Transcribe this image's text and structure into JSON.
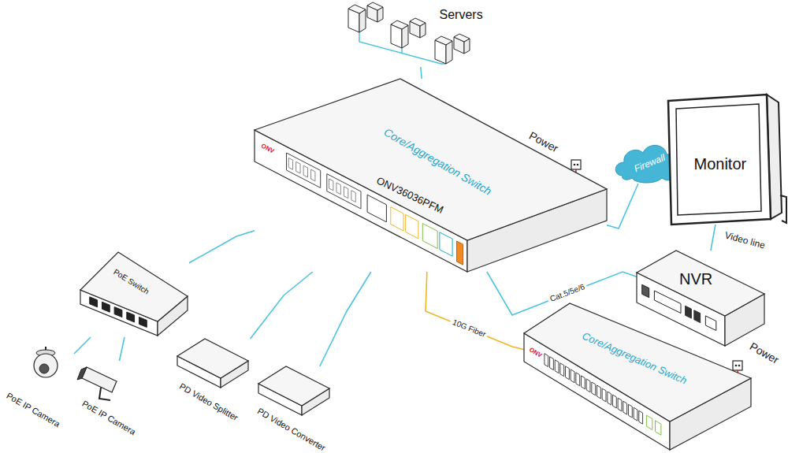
{
  "diagram": {
    "nodes": [
      {
        "text": [
          "Servers"
        ]
      },
      {
        "text": [
          "Core/Aggregation Switch",
          "ONV36036PFM",
          "ONV"
        ]
      },
      {
        "text": [
          "Firewall"
        ]
      },
      {
        "text": [
          "Monitor"
        ]
      },
      {
        "text": [
          "NVR"
        ]
      },
      {
        "text": [
          "Core/Aggregation Switch",
          "ONV"
        ]
      },
      {
        "text": [
          "PoE Switch"
        ]
      },
      {
        "text": [
          "PoE IP Camera"
        ]
      },
      {
        "text": [
          "PoE IP Camera"
        ]
      },
      {
        "text": [
          "PD Video Splitter"
        ]
      },
      {
        "text": [
          "PD Video Converter"
        ]
      }
    ],
    "edges": [
      {
        "from": 0,
        "to": 1,
        "arrow": "none"
      },
      {
        "from": 1,
        "to": 2,
        "arrow": "none"
      },
      {
        "from": 1,
        "to": 4,
        "label": "Cat.5/5e/6",
        "arrow": "none"
      },
      {
        "from": 4,
        "to": 3,
        "label": "Video line",
        "arrow": "none"
      },
      {
        "from": 1,
        "to": 5,
        "label": "10G Fiber",
        "arrow": "none"
      },
      {
        "from": 1,
        "to": 6,
        "arrow": "none"
      },
      {
        "from": 1,
        "to": 9,
        "arrow": "none"
      },
      {
        "from": 1,
        "to": 10,
        "arrow": "none"
      },
      {
        "from": 6,
        "to": 7,
        "arrow": "none"
      },
      {
        "from": 6,
        "to": 8,
        "arrow": "none"
      }
    ],
    "labels": [
      "Power",
      "Power"
    ]
  }
}
